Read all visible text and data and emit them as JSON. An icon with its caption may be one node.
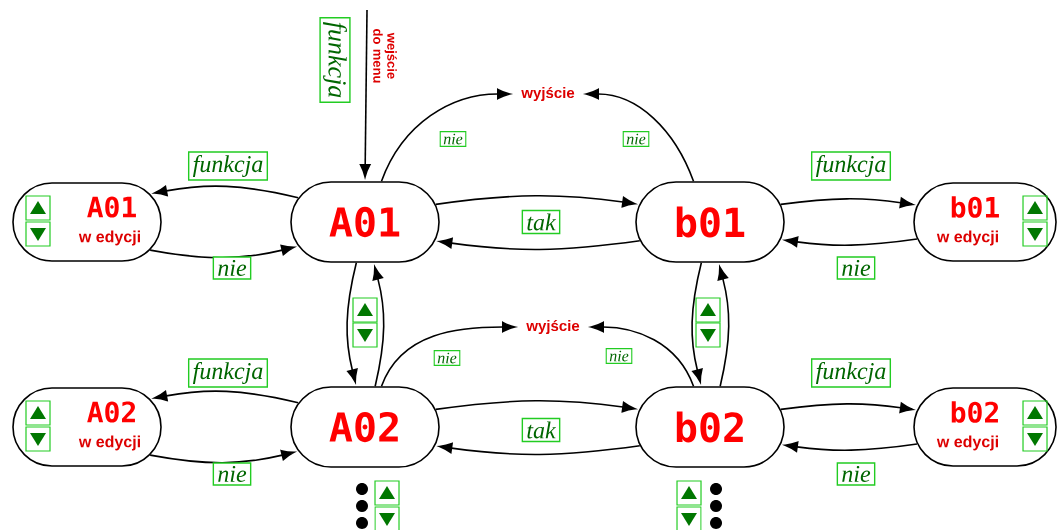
{
  "diagram": {
    "nodes": [
      {
        "text": [
          "A01",
          "w edycji"
        ]
      },
      {
        "text": [
          "A01"
        ]
      },
      {
        "text": [
          "wyjście"
        ]
      },
      {
        "text": [
          "b01"
        ]
      },
      {
        "text": [
          "b01",
          "w edycji"
        ]
      },
      {
        "text": [
          "A02",
          "w edycji"
        ]
      },
      {
        "text": [
          "A02"
        ]
      },
      {
        "text": [
          "wyjście"
        ]
      },
      {
        "text": [
          "b02"
        ]
      },
      {
        "text": [
          "b02",
          "w edycji"
        ]
      }
    ],
    "edges": [
      {
        "from": null,
        "to": 1,
        "arrow": "to",
        "label": "funkcja"
      },
      {
        "from": 1,
        "to": 0,
        "arrow": "to",
        "label": "funkcja"
      },
      {
        "from": 0,
        "to": 1,
        "arrow": "to",
        "label": "nie"
      },
      {
        "from": 1,
        "to": 3,
        "arrow": "to",
        "label": "tak"
      },
      {
        "from": 3,
        "to": 1,
        "arrow": "to"
      },
      {
        "from": 1,
        "to": 2,
        "arrow": "to",
        "label": "nie"
      },
      {
        "from": 3,
        "to": 2,
        "arrow": "to",
        "label": "nie"
      },
      {
        "from": 3,
        "to": 4,
        "arrow": "to",
        "label": "funkcja"
      },
      {
        "from": 4,
        "to": 3,
        "arrow": "to",
        "label": "nie"
      },
      {
        "from": 1,
        "to": 6,
        "arrow": "to"
      },
      {
        "from": 6,
        "to": 1,
        "arrow": "to"
      },
      {
        "from": 3,
        "to": 8,
        "arrow": "to"
      },
      {
        "from": 8,
        "to": 3,
        "arrow": "to"
      },
      {
        "from": 6,
        "to": 5,
        "arrow": "to",
        "label": "funkcja"
      },
      {
        "from": 5,
        "to": 6,
        "arrow": "to",
        "label": "nie"
      },
      {
        "from": 6,
        "to": 7,
        "arrow": "to",
        "label": "nie"
      },
      {
        "from": 8,
        "to": 7,
        "arrow": "to",
        "label": "nie"
      },
      {
        "from": 6,
        "to": 8,
        "arrow": "to",
        "label": "tak"
      },
      {
        "from": 8,
        "to": 6,
        "arrow": "to"
      },
      {
        "from": 8,
        "to": 9,
        "arrow": "to",
        "label": "funkcja"
      },
      {
        "from": 9,
        "to": 8,
        "arrow": "to",
        "label": "nie"
      }
    ],
    "labels": [
      "wejście do menu"
    ]
  }
}
